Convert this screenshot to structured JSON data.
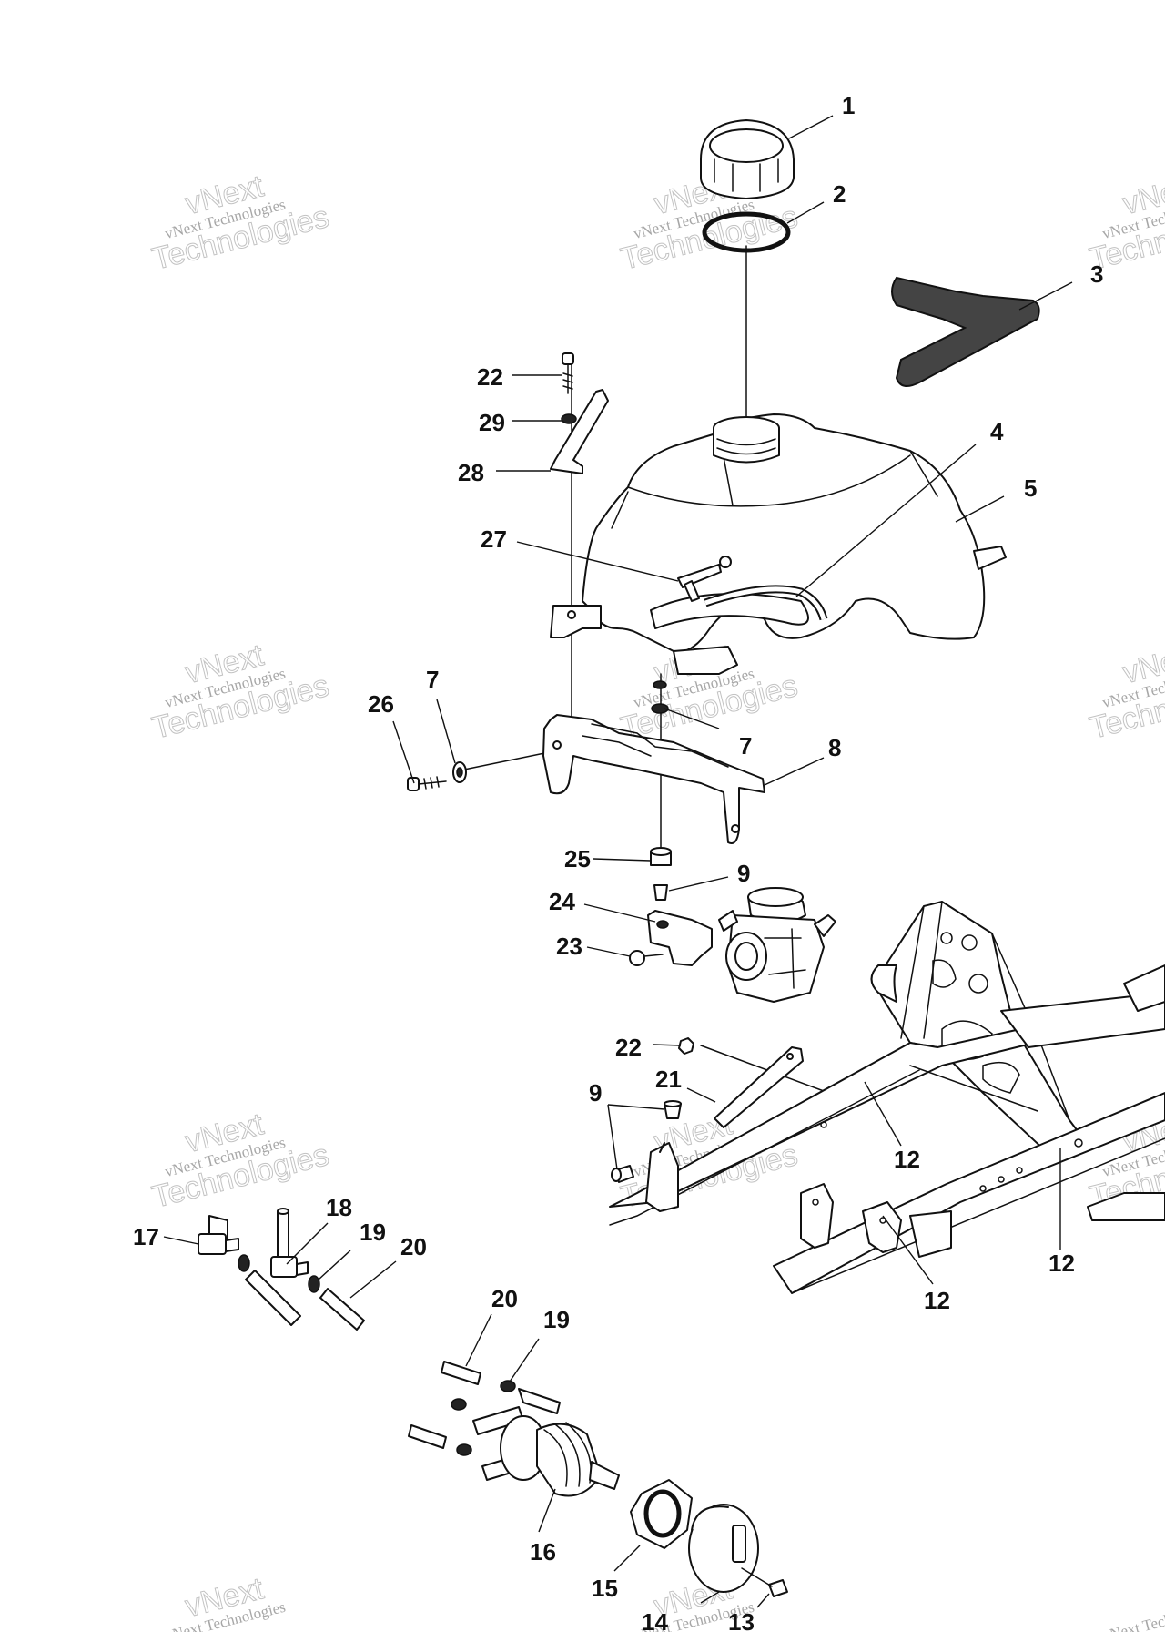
{
  "watermark": {
    "line1": "vNext",
    "line2": "vNext Technologies",
    "line3": "Technologies"
  },
  "callouts": [
    {
      "id": "c1",
      "label": "1"
    },
    {
      "id": "c2",
      "label": "2"
    },
    {
      "id": "c3",
      "label": "3"
    },
    {
      "id": "c4",
      "label": "4"
    },
    {
      "id": "c5",
      "label": "5"
    },
    {
      "id": "c22a",
      "label": "22"
    },
    {
      "id": "c29",
      "label": "29"
    },
    {
      "id": "c28",
      "label": "28"
    },
    {
      "id": "c27",
      "label": "27"
    },
    {
      "id": "c26",
      "label": "26"
    },
    {
      "id": "c7a",
      "label": "7"
    },
    {
      "id": "c7b",
      "label": "7"
    },
    {
      "id": "c8",
      "label": "8"
    },
    {
      "id": "c25",
      "label": "25"
    },
    {
      "id": "c9a",
      "label": "9"
    },
    {
      "id": "c24",
      "label": "24"
    },
    {
      "id": "c23",
      "label": "23"
    },
    {
      "id": "c22b",
      "label": "22"
    },
    {
      "id": "c21",
      "label": "21"
    },
    {
      "id": "c9b",
      "label": "9"
    },
    {
      "id": "c12a",
      "label": "12"
    },
    {
      "id": "c12b",
      "label": "12"
    },
    {
      "id": "c12c",
      "label": "12"
    },
    {
      "id": "c17",
      "label": "17"
    },
    {
      "id": "c18",
      "label": "18"
    },
    {
      "id": "c19a",
      "label": "19"
    },
    {
      "id": "c20a",
      "label": "20"
    },
    {
      "id": "c20b",
      "label": "20"
    },
    {
      "id": "c19b",
      "label": "19"
    },
    {
      "id": "c16",
      "label": "16"
    },
    {
      "id": "c15",
      "label": "15"
    },
    {
      "id": "c14",
      "label": "14"
    },
    {
      "id": "c13",
      "label": "13"
    }
  ]
}
